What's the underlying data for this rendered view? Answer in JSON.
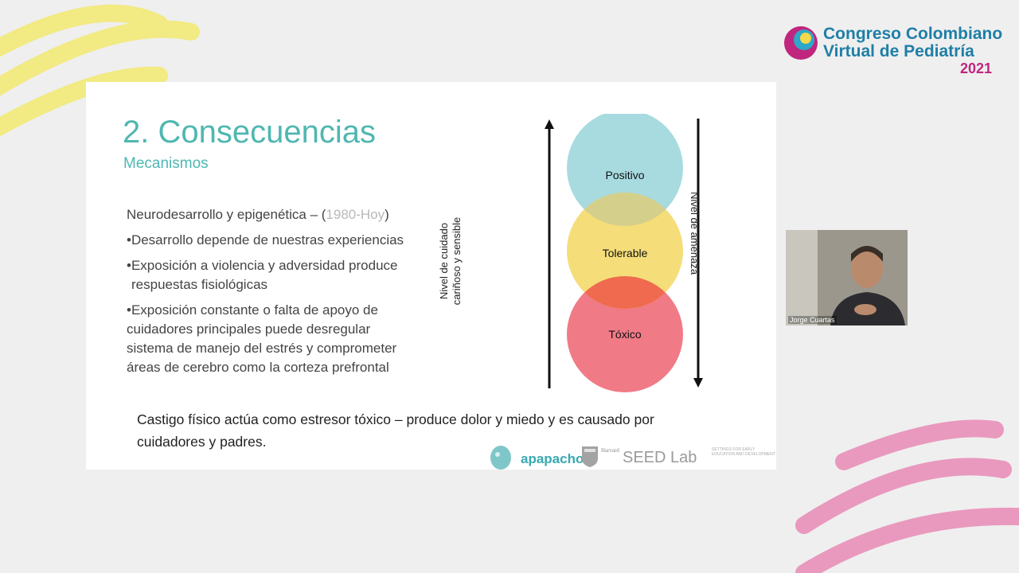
{
  "brand": {
    "line1": "Congreso Colombiano",
    "line2": "Virtual de Pediatría",
    "year": "2021"
  },
  "slide": {
    "title": "2. Consecuencias",
    "subtitle": "Mecanismos",
    "intro": "Neurodesarrollo y epigenética – (",
    "intro_years": "1980-Hoy",
    "intro_close": ")",
    "bullets": [
      "•Desarrollo depende de nuestras experiencias",
      "•Exposición a violencia y adversidad produce",
      "respuestas fisiológicas",
      "•Exposición constante o falta de apoyo de",
      "cuidadores principales puede desregular",
      "sistema de manejo del estrés y comprometer",
      "áreas de cerebro como la corteza prefrontal"
    ],
    "footer_line1": "Castigo físico actúa como estresor tóxico – produce dolor y miedo y es causado por",
    "footer_line2": "cuidadores y padres."
  },
  "diagram": {
    "left_axis_line1": "Nivel de cuidado",
    "left_axis_line2": "cariñoso y sensible",
    "right_axis": "Nivel de amenaza",
    "circles": [
      {
        "label": "Positivo",
        "color": "#a7dbe0"
      },
      {
        "label": "Tolerable",
        "color": "#f5dd7a"
      },
      {
        "label": "Tóxico",
        "color": "#f07a86"
      }
    ],
    "overlap_top_color": "#d4cf8a",
    "overlap_bottom_color": "#ef6a4e"
  },
  "logos": {
    "apapacho": "apapacho",
    "seed": "SEED Lab",
    "seed_small": "SETTINGS FOR EARLY EDUCATION AND DEVELOPMENT",
    "harvard": "Harvard"
  },
  "video": {
    "name": "Jorge Cuartas"
  },
  "colors": {
    "teal": "#4fb7b1",
    "brand_blue": "#1e7fa7",
    "brand_magenta": "#c0267e"
  }
}
